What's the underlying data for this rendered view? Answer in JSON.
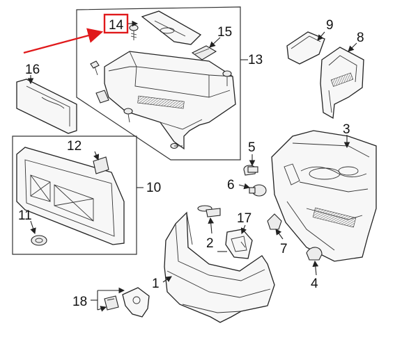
{
  "highlight_color": "#e0191b",
  "callouts": {
    "c1": "1",
    "c2": "2",
    "c3": "3",
    "c4": "4",
    "c5": "5",
    "c6": "6",
    "c7": "7",
    "c8": "8",
    "c9": "9",
    "c10": "10",
    "c11": "11",
    "c12": "12",
    "c13": "13",
    "c14": "14",
    "c15": "15",
    "c16": "16",
    "c17": "17",
    "c18": "18"
  },
  "highlighted_callout": "14"
}
